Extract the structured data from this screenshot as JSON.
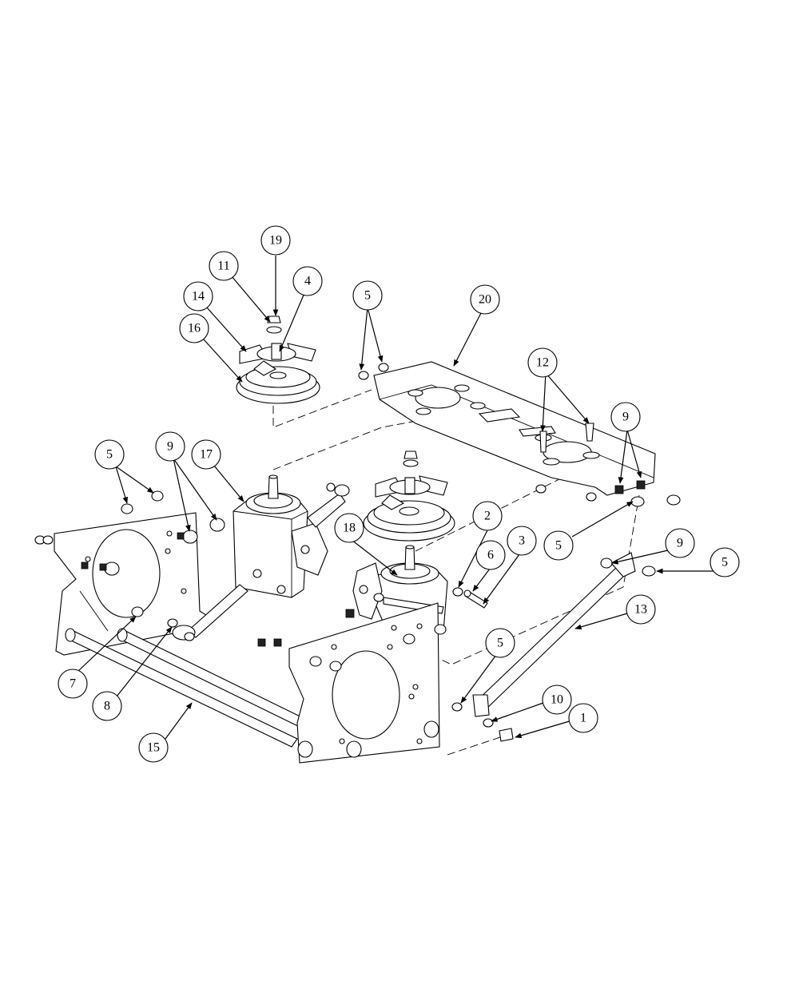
{
  "diagram": {
    "callouts": [
      "19",
      "11",
      "4",
      "14",
      "16",
      "5",
      "20",
      "12",
      "9",
      "5",
      "9",
      "17",
      "18",
      "2",
      "6",
      "3",
      "5",
      "9",
      "5",
      "13",
      "7",
      "8",
      "15",
      "5",
      "10",
      "1"
    ]
  },
  "colors": {
    "line": "#000000",
    "background": "#ffffff"
  }
}
